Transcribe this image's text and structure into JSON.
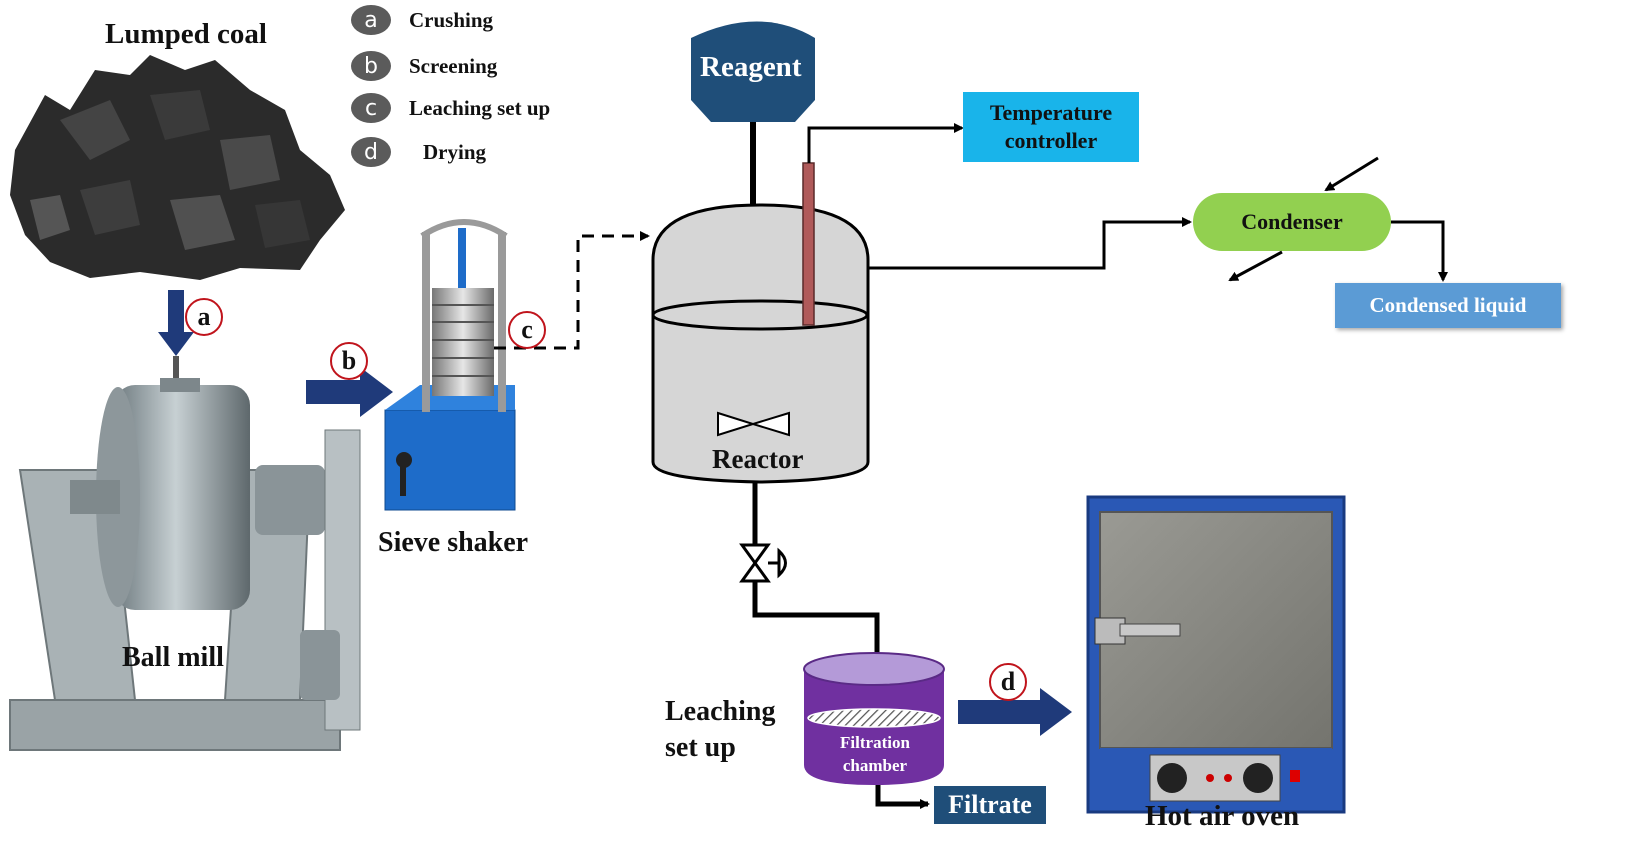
{
  "legend": [
    {
      "key": "a",
      "label": "Crushing"
    },
    {
      "key": "b",
      "label": "Screening"
    },
    {
      "key": "c",
      "label": "Leaching set up"
    },
    {
      "key": "d",
      "label": "Drying"
    }
  ],
  "labels": {
    "lumped_coal": "Lumped coal",
    "ball_mill": "Ball mill",
    "sieve_shaker": "Sieve shaker",
    "reagent": "Reagent",
    "temperature_controller": "Temperature controller",
    "reactor": "Reactor",
    "condenser": "Condenser",
    "condensed_liquid": "Condensed liquid",
    "leaching_set_up": "Leaching set up",
    "filtration_chamber": "Filtration chamber",
    "filtrate": "Filtrate",
    "hot_air_oven": "Hot air oven"
  },
  "steps": {
    "a": "a",
    "b": "b",
    "c": "c",
    "d": "d"
  },
  "colors": {
    "reagent_fill": "#1f4e79",
    "temperature_box": "#19b4ea",
    "condenser_fill": "#92d050",
    "condensed_box": "#5b9bd5",
    "filtrate_box": "#1f4e79",
    "filtration_fill": "#7030a0",
    "flow_arrow": "#1f3a7a",
    "step_ring": "#c0141c"
  }
}
